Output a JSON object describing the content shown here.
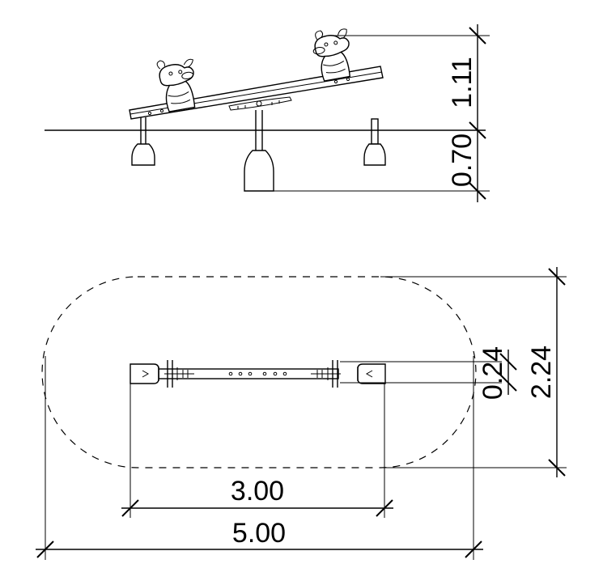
{
  "elevation": {
    "dim_height_above_ground": "1.11",
    "dim_depth_below_ground": "0.70"
  },
  "plan": {
    "dim_seat_width": "0.24",
    "dim_safety_zone_width": "2.24",
    "dim_seesaw_length": "3.00",
    "dim_safety_zone_length": "5.00"
  }
}
